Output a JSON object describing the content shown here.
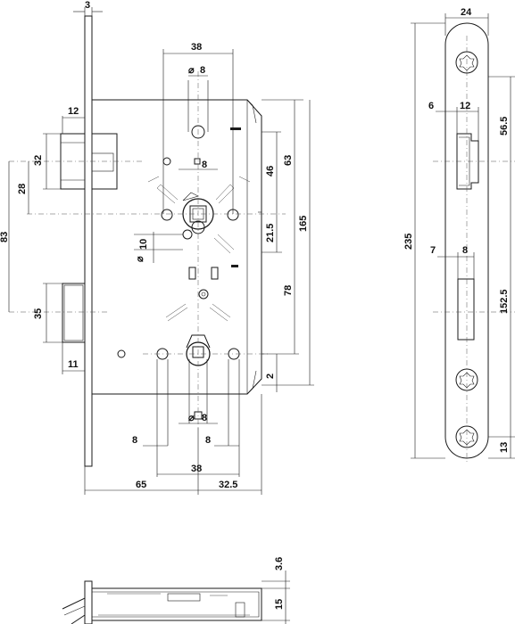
{
  "labels": {
    "faceplate_thickness": "3",
    "backset_width": "38",
    "spindle_diameter_top": "8",
    "latch_depth": "12",
    "latch_height": "32",
    "latch_offset": "28",
    "spindle_square": "8",
    "dim_46": "46",
    "dim_63": "63",
    "dim_165": "165",
    "dim_21_5": "21.5",
    "diameter_10": "10",
    "dim_83": "83",
    "dim_78": "78",
    "bolt_height": "35",
    "bolt_throw": "11",
    "dim_2": "2",
    "cylinder_8_bottom": "8",
    "bottom_8_left": "8",
    "bottom_8_right": "8",
    "bottom_38": "38",
    "backset_65": "65",
    "dim_32_5": "32.5",
    "face_width": "24",
    "face_length": "235",
    "latch_slot_6": "6",
    "latch_slot_12": "12",
    "dim_56_5": "56.5",
    "bolt_slot_7": "7",
    "bolt_slot_8": "8",
    "dim_152_5": "152.5",
    "dim_13": "13",
    "profile_3_6": "3.6",
    "profile_15": "15",
    "diameter_symbol": "⌀"
  }
}
